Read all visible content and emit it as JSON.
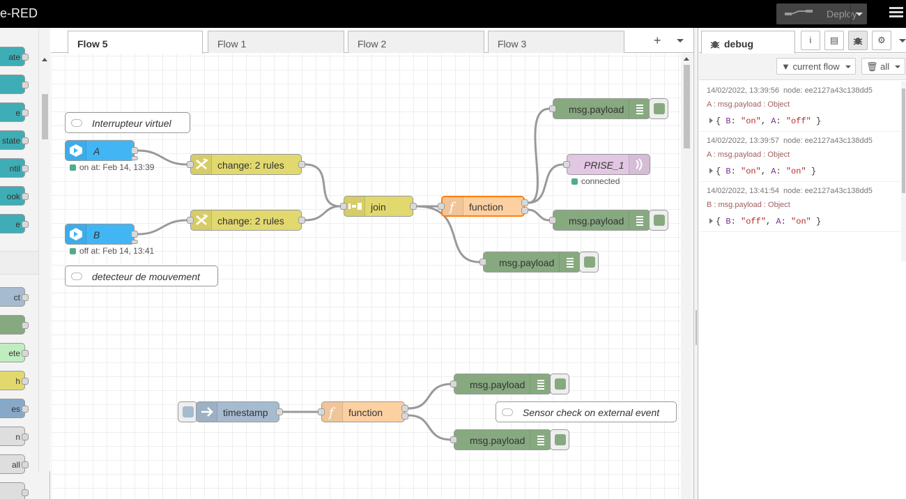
{
  "header": {
    "title": "e-RED",
    "deploy_label": "Deploy"
  },
  "palette": {
    "items": [
      {
        "label": "ate",
        "color": "#3fadb5"
      },
      {
        "label": "",
        "color": "#3fadb5"
      },
      {
        "label": "e",
        "color": "#3fadb5"
      },
      {
        "label": "state",
        "color": "#3fadb5"
      },
      {
        "label": "ntil",
        "color": "#3fadb5"
      },
      {
        "label": "ook",
        "color": "#3fadb5"
      },
      {
        "label": "e",
        "color": "#3fadb5"
      },
      {
        "label": "ct",
        "color": "#a6bbcf"
      },
      {
        "label": "",
        "color": "#87a980"
      },
      {
        "label": "ete",
        "color": "#c0edc0"
      },
      {
        "label": "h",
        "color": "#e2d96e"
      },
      {
        "label": "es",
        "color": "#87a9c7"
      },
      {
        "label": "n",
        "color": "#dedede"
      },
      {
        "label": "all",
        "color": "#dedede"
      },
      {
        "label": "",
        "color": "#dedede"
      }
    ]
  },
  "tabs": [
    {
      "label": "Flow 5",
      "active": true
    },
    {
      "label": "Flow 1"
    },
    {
      "label": "Flow 2"
    },
    {
      "label": "Flow 3"
    }
  ],
  "flow": {
    "comment1": "Interrupteur virtuel",
    "comment2": "detecteur de mouvement",
    "comment3": "Sensor check on external event",
    "inject_a": {
      "label": "A",
      "status": "on at: Feb 14, 13:39"
    },
    "inject_b": {
      "label": "B",
      "status": "off at: Feb 14, 13:41"
    },
    "change1": "change: 2 rules",
    "change2": "change: 2 rules",
    "join": "join",
    "function1": "function",
    "debug1": "msg.payload",
    "prise": {
      "label": "PRISE_1",
      "status": "connected"
    },
    "debug2": "msg.payload",
    "debug3": "msg.payload",
    "timestamp": "timestamp",
    "function2": "function",
    "debug4": "msg.payload",
    "debug5": "msg.payload"
  },
  "sidebar": {
    "tab_label": "debug",
    "filter_label": "current flow",
    "clear_label": "all",
    "messages": [
      {
        "time": "14/02/2022, 13:39:56",
        "node": "node: ee2127a43c138dd5",
        "path": "A : msg.payload : Object",
        "b": "\"on\"",
        "a": "\"off\""
      },
      {
        "time": "14/02/2022, 13:39:57",
        "node": "node: ee2127a43c138dd5",
        "path": "A : msg.payload : Object",
        "b": "\"on\"",
        "a": "\"on\""
      },
      {
        "time": "14/02/2022, 13:41:54",
        "node": "node: ee2127a43c138dd5",
        "path": "B : msg.payload : Object",
        "b": "\"off\"",
        "a": "\"on\""
      }
    ]
  },
  "colors": {
    "inject": "#3fadb5",
    "inject_blue": "#42b6f5",
    "change": "#e2d96e",
    "function": "#fdd0a2",
    "function_selected": "#ff7f0e",
    "debug": "#87a980",
    "prise": "#e2c7e2",
    "timestamp": "#a6bbcf"
  }
}
